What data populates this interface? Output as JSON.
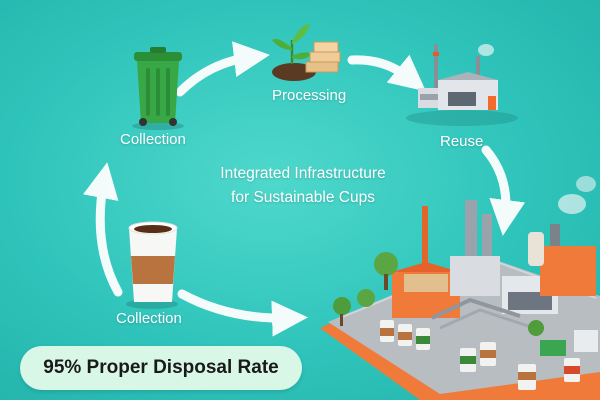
{
  "diagram": {
    "title_line1": "Integrated Infrastructure",
    "title_line2": "for Sustainable Cups",
    "nodes": [
      {
        "label": "Collection",
        "icon": "green-bin-icon"
      },
      {
        "label": "Processing",
        "icon": "plant-soil-icon"
      },
      {
        "label": "Reuse",
        "icon": "factory-icon"
      },
      {
        "label": "Collection",
        "icon": "coffee-cup-icon"
      }
    ],
    "badge": "95% Proper Disposal Rate",
    "colors": {
      "background": "#2fc4bb",
      "arrow": "#ffffff",
      "bin": "#2e9a3c",
      "factory_accent": "#f26b2a",
      "badge_bg": "#d8f7e6"
    }
  }
}
